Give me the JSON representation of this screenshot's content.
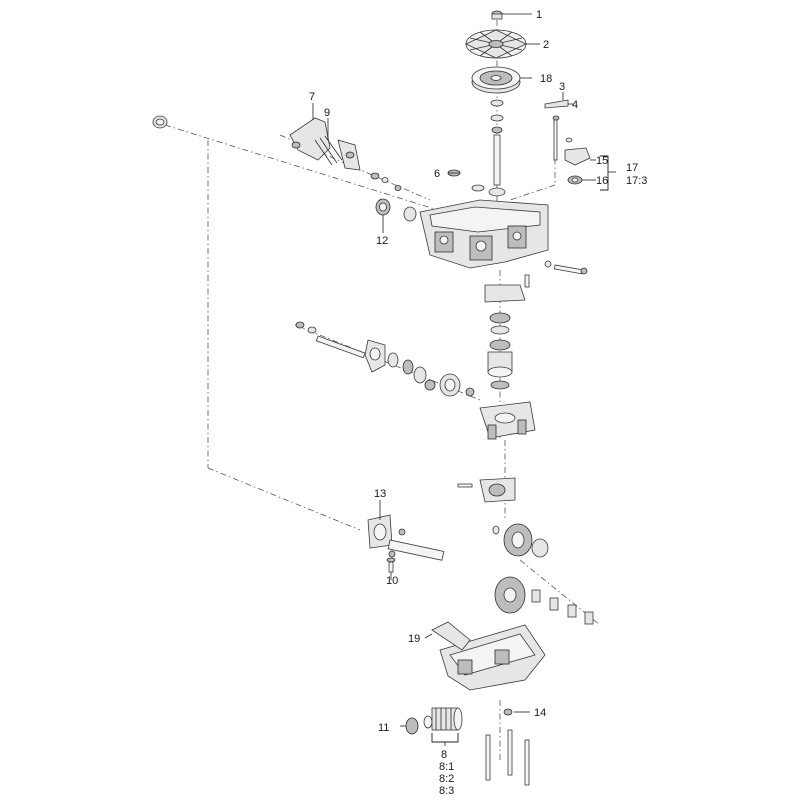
{
  "callouts": {
    "c1": "1",
    "c2": "2",
    "c3": "3",
    "c4": "4",
    "c6": "6",
    "c7": "7",
    "c9": "9",
    "c10": "10",
    "c11": "11",
    "c12": "12",
    "c13": "13",
    "c14": "14",
    "c15": "15",
    "c16": "16",
    "c17": "17",
    "c17_3": "17:3",
    "c18": "18",
    "c19": "19",
    "c8": "8",
    "c8_1": "8:1",
    "c8_2": "8:2",
    "c8_3": "8:3"
  }
}
